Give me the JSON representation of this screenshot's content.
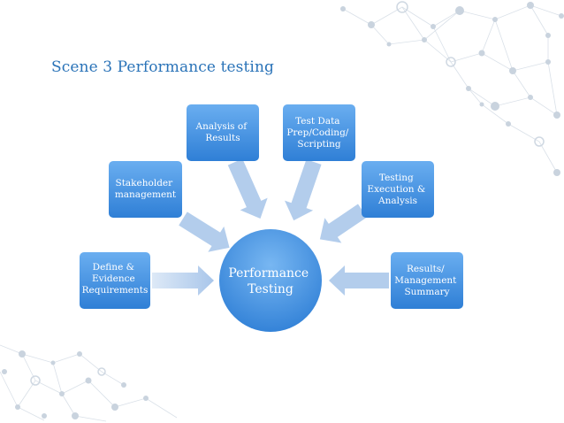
{
  "slide": {
    "title": "Scene 3 Performance testing"
  },
  "diagram": {
    "center": {
      "lines": [
        "Performance",
        "Testing"
      ]
    },
    "nodes": [
      {
        "id": "define",
        "lines": [
          "Define &",
          "Evidence",
          "Requirements"
        ]
      },
      {
        "id": "stakeholder",
        "lines": [
          "Stakeholder",
          "management"
        ]
      },
      {
        "id": "analysis",
        "lines": [
          "Analysis of",
          "Results"
        ]
      },
      {
        "id": "testdata",
        "lines": [
          "Test Data",
          "Prep/Coding/",
          "Scripting"
        ]
      },
      {
        "id": "execution",
        "lines": [
          "Testing",
          "Execution &",
          "Analysis"
        ]
      },
      {
        "id": "results",
        "lines": [
          "Results/",
          "Management",
          "Summary"
        ]
      }
    ]
  },
  "colors": {
    "title": "#2a73b8",
    "box_top": "#6aaef0",
    "box_bottom": "#2f7fd6",
    "arrow": "#b3cdec",
    "network": "#d5dde6"
  }
}
